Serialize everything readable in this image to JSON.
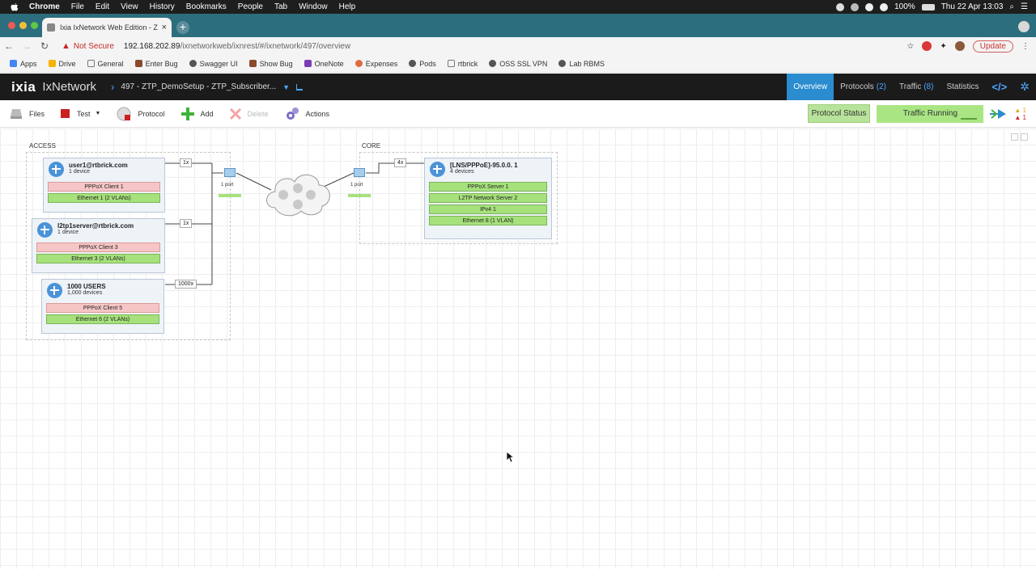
{
  "mac_menu": {
    "app": "Chrome",
    "items": [
      "File",
      "Edit",
      "View",
      "History",
      "Bookmarks",
      "People",
      "Tab",
      "Window",
      "Help"
    ],
    "battery": "100%",
    "clock": "Thu 22 Apr  13:03"
  },
  "browser": {
    "tab_title": "Ixia IxNetwork Web Edition - Z",
    "not_secure": "Not Secure",
    "url_host": "192.168.202.89",
    "url_path": "/ixnetworkweb/ixnrest/#/ixnetwork/497/overview",
    "update_label": "Update",
    "bookmarks": [
      "Apps",
      "Drive",
      "General",
      "Enter Bug",
      "Swagger UI",
      "Show Bug",
      "OneNote",
      "Expenses",
      "Pods",
      "rtbrick",
      "OSS SSL VPN",
      "Lab RBMS"
    ]
  },
  "app": {
    "logo": "ixia",
    "product": "IxNetwork",
    "breadcrumb": "497 - ZTP_DemoSetup - ZTP_Subscriber...",
    "tabs": {
      "overview": "Overview",
      "protocols": "Protocols",
      "protocols_count": "(2)",
      "traffic": "Traffic",
      "traffic_count": "(8)",
      "statistics": "Statistics",
      "code": "</>"
    }
  },
  "toolbar": {
    "files": "Files",
    "test": "Test",
    "protocol": "Protocol",
    "add": "Add",
    "delete": "Delete",
    "actions": "Actions",
    "protocol_status": "Protocol Status",
    "traffic_running": "Traffic Running",
    "warn_count_1": "1",
    "warn_count_2": "1"
  },
  "topology": {
    "access_label": "ACCESS",
    "core_label": "CORE",
    "devices": [
      {
        "name": "user1@rtbrick.com",
        "count": "1 device",
        "multiplier": "1x",
        "stacks": [
          {
            "label": "PPPoX Client 1",
            "color": "red"
          },
          {
            "label": "Ethernet 1 (2 VLANs)",
            "color": "green"
          }
        ]
      },
      {
        "name": "l2tp1server@rtbrick.com",
        "count": "1 device",
        "multiplier": "1x",
        "stacks": [
          {
            "label": "PPPoX Client 3",
            "color": "red"
          },
          {
            "label": "Ethernet 3 (2 VLANs)",
            "color": "green"
          }
        ]
      },
      {
        "name": "1000 USERS",
        "count": "1,000 devices",
        "multiplier": "1000x",
        "stacks": [
          {
            "label": "PPPoX Client 5",
            "color": "red"
          },
          {
            "label": "Ethernet 6 (2 VLANs)",
            "color": "green"
          }
        ]
      },
      {
        "name": "[LNS/PPPoE]-95.0.0. 1",
        "count": "4 devices",
        "multiplier": "4x",
        "stacks": [
          {
            "label": "PPPoX Server 1",
            "color": "green"
          },
          {
            "label": "L2TP Network Server 2",
            "color": "green"
          },
          {
            "label": "IPv4 1",
            "color": "green"
          },
          {
            "label": "Ethernet 8 (1 VLAN)",
            "color": "green"
          }
        ]
      }
    ],
    "port_left": "1 port",
    "port_right": "1 port"
  },
  "colors": {
    "accent": "#2b8ccf",
    "status_green": "#a6e17b",
    "client_red": "#f6c6c6"
  }
}
